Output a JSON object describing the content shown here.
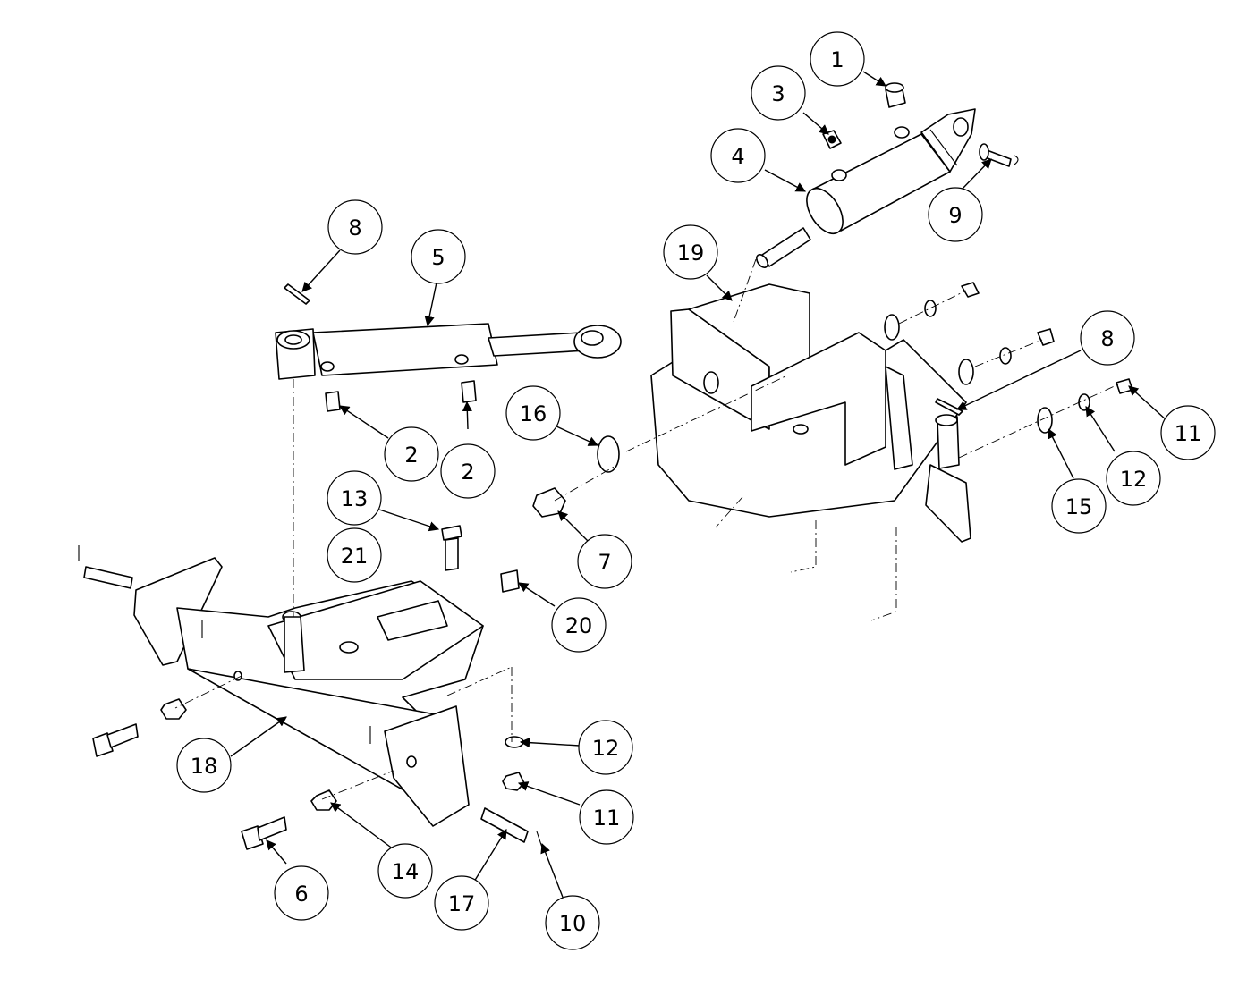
{
  "colors": {
    "line": "#000000",
    "background": "#ffffff"
  },
  "balloons": [
    {
      "label": "1"
    },
    {
      "label": "3"
    },
    {
      "label": "4"
    },
    {
      "label": "9"
    },
    {
      "label": "8"
    },
    {
      "label": "5"
    },
    {
      "label": "19"
    },
    {
      "label": "8"
    },
    {
      "label": "16"
    },
    {
      "label": "2"
    },
    {
      "label": "2"
    },
    {
      "label": "11"
    },
    {
      "label": "12"
    },
    {
      "label": "15"
    },
    {
      "label": "13"
    },
    {
      "label": "7"
    },
    {
      "label": "21"
    },
    {
      "label": "20"
    },
    {
      "label": "12"
    },
    {
      "label": "18"
    },
    {
      "label": "11"
    },
    {
      "label": "14"
    },
    {
      "label": "6"
    },
    {
      "label": "17"
    },
    {
      "label": "10"
    }
  ]
}
